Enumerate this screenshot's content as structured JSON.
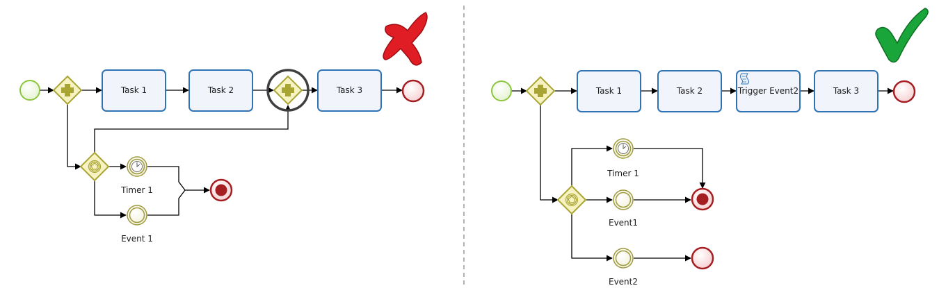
{
  "left_diagram": {
    "verdict_icon": "red-cross-icon",
    "tasks": [
      "Task 1",
      "Task 2",
      "Task 3"
    ],
    "events": [
      "Timer 1",
      "Event 1"
    ]
  },
  "right_diagram": {
    "verdict_icon": "green-checkmark-icon",
    "tasks": [
      "Task 1",
      "Task 2",
      "Trigger Event2",
      "Task 3"
    ],
    "events": [
      "Timer 1",
      "Event1",
      "Event2"
    ]
  },
  "colors": {
    "task_stroke": "#2f73b4",
    "task_fill": "#f1f4fb",
    "gateway_stroke": "#a9a534",
    "gateway_fill": "#f6f2c2",
    "start_event": "#8cc63f",
    "end_event": "#a41e22",
    "cross": "#e01c24",
    "check": "#1aa53a"
  }
}
